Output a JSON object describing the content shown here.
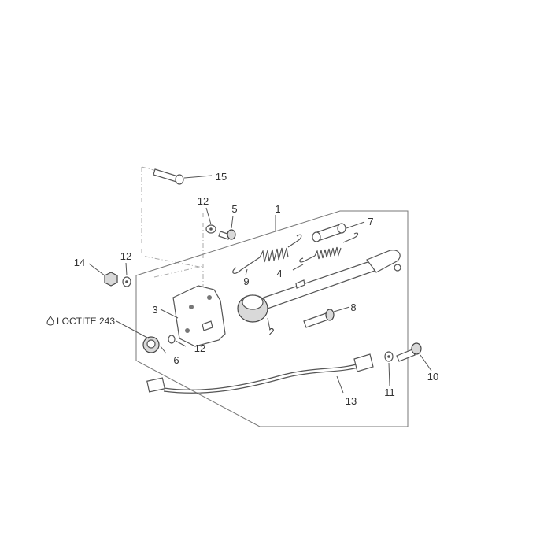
{
  "diagram": {
    "callouts": {
      "c1": "1",
      "c2": "2",
      "c3": "3",
      "c4": "4",
      "c5": "5",
      "c6": "6",
      "c7": "7",
      "c8": "8",
      "c9": "9",
      "c10": "10",
      "c11": "11",
      "c12a": "12",
      "c12b": "12",
      "c12c": "12",
      "c13": "13",
      "c14": "14",
      "c15": "15"
    },
    "note": "LOCTITE 243",
    "note_icon": "drop-icon"
  }
}
